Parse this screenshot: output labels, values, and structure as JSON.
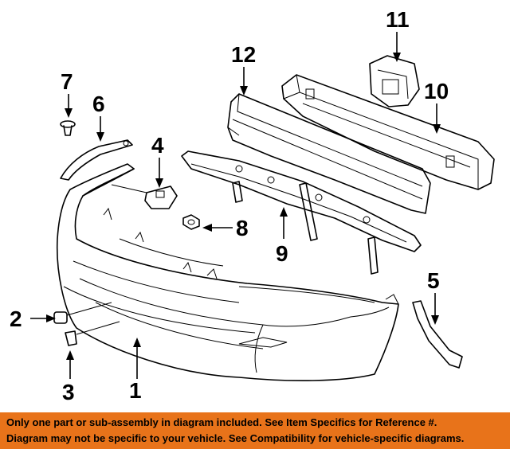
{
  "diagram": {
    "callouts": [
      {
        "id": "1",
        "label": "1"
      },
      {
        "id": "2",
        "label": "2"
      },
      {
        "id": "3",
        "label": "3"
      },
      {
        "id": "4",
        "label": "4"
      },
      {
        "id": "5",
        "label": "5"
      },
      {
        "id": "6",
        "label": "6"
      },
      {
        "id": "7",
        "label": "7"
      },
      {
        "id": "8",
        "label": "8"
      },
      {
        "id": "9",
        "label": "9"
      },
      {
        "id": "10",
        "label": "10"
      },
      {
        "id": "11",
        "label": "11"
      },
      {
        "id": "12",
        "label": "12"
      }
    ]
  },
  "banner": {
    "line1": "Only one part or sub-assembly in diagram included. See Item Specifics for Reference #.",
    "line2": "Diagram may not be specific to your vehicle. See Compatibility for vehicle-specific diagrams.",
    "background": "#e8731a"
  }
}
